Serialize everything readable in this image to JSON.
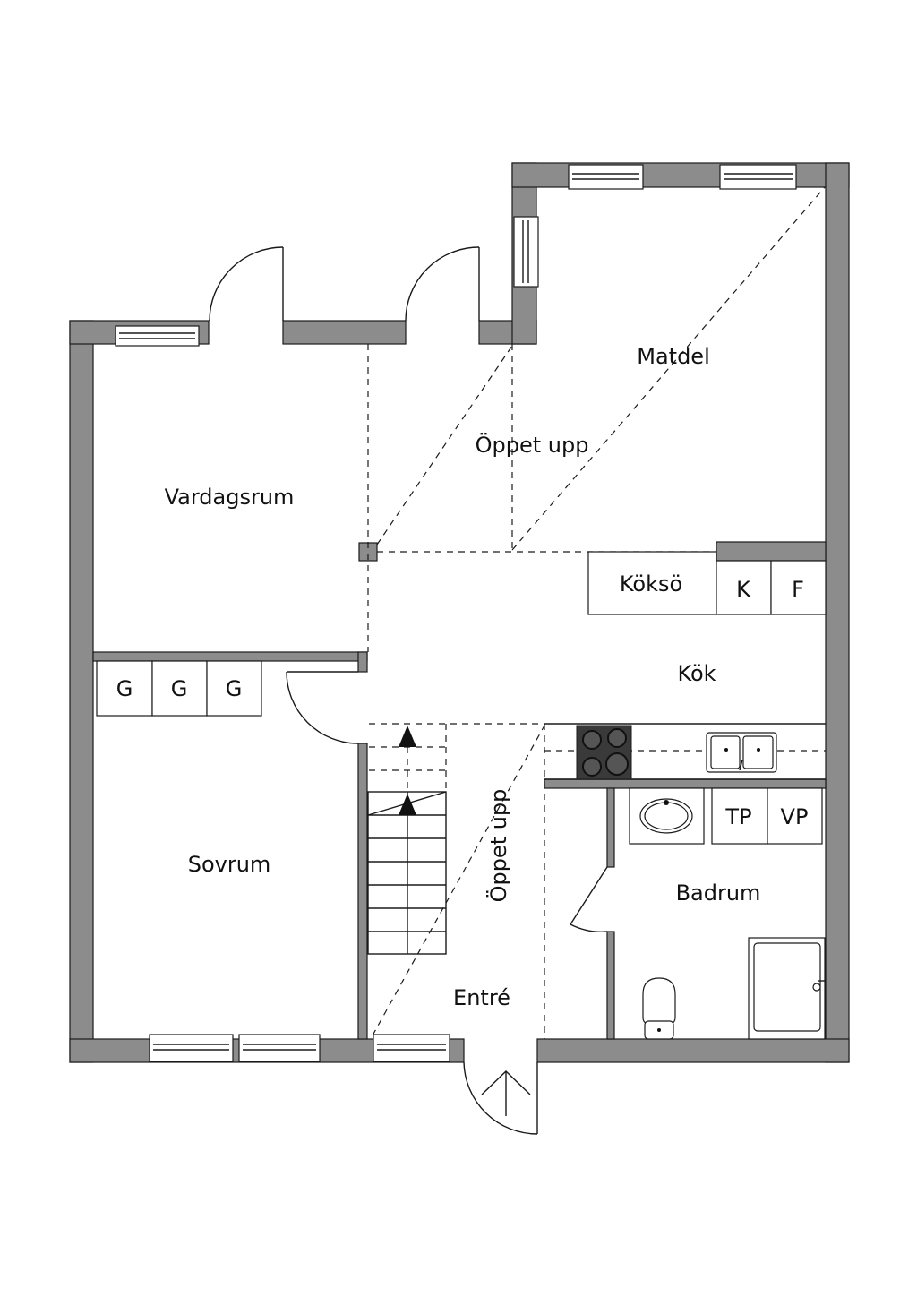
{
  "rooms": {
    "matdel": "Matdel",
    "oppet_upp_top": "Öppet upp",
    "vardagsrum": "Vardagsrum",
    "koksö": "Köksö",
    "kok": "Kök",
    "sovrum": "Sovrum",
    "oppet_upp_stair": "Öppet upp",
    "badrum": "Badrum",
    "entre": "Entré"
  },
  "appliances": {
    "k": "K",
    "f": "F",
    "g1": "G",
    "g2": "G",
    "g3": "G",
    "tp": "TP",
    "vp": "VP"
  },
  "colors": {
    "wall": "#8c8c8c",
    "line": "#1a1a1a",
    "background": "#ffffff"
  }
}
